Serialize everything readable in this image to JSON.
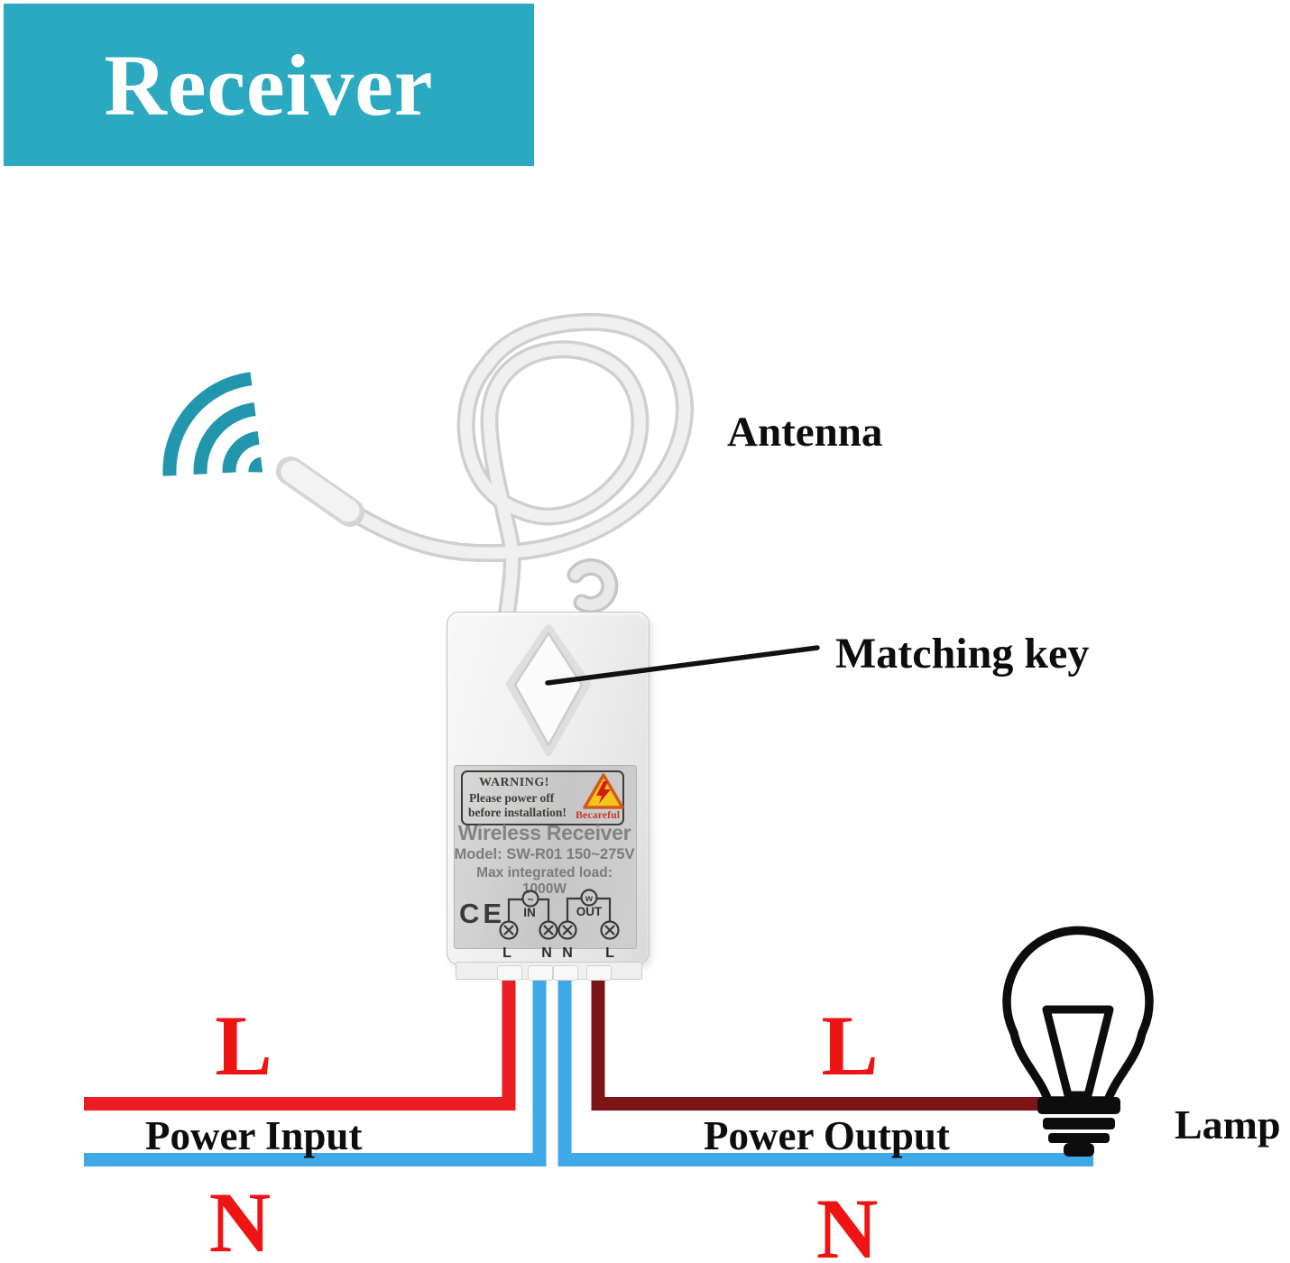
{
  "banner": {
    "label": "Receiver",
    "bg_color": "#2BA9C1",
    "text_color": "#FFFFFF"
  },
  "annotations": {
    "antenna": "Antenna",
    "matching_key": "Matching key",
    "lamp": "Lamp",
    "power_input": "Power Input",
    "power_output": "Power Output"
  },
  "wire_labels": {
    "input_live": "L",
    "input_neutral": "N",
    "output_live": "L",
    "output_neutral": "N"
  },
  "device": {
    "warning_title": "WARNING!",
    "warning_line1": "Please power off",
    "warning_line2": "before installation!",
    "warning_caption": "Becareful",
    "name": "Wireless Receiver",
    "model": "Model: SW-R01  150~275V",
    "max_load": "Max integrated load: 1000W",
    "ce_mark": "CE",
    "in_label": "IN",
    "out_label": "OUT",
    "in_symbol": "~",
    "out_symbol": "w",
    "terminals": [
      "L",
      "N",
      "N",
      "L"
    ]
  },
  "icons": {
    "wireless": "wifi-signal-icon",
    "warning": "warning-triangle-icon",
    "lamp": "lamp-bulb-icon"
  },
  "colors": {
    "banner_teal": "#2BA9C1",
    "wifi_teal": "#2196AD",
    "wire_live_red": "#EC1C24",
    "wire_neutral_blue": "#3FA8E6",
    "wire_load_dark_red": "#7C1416",
    "letter_red": "#EE1414",
    "lamp_outline": "#0D0D0D"
  }
}
